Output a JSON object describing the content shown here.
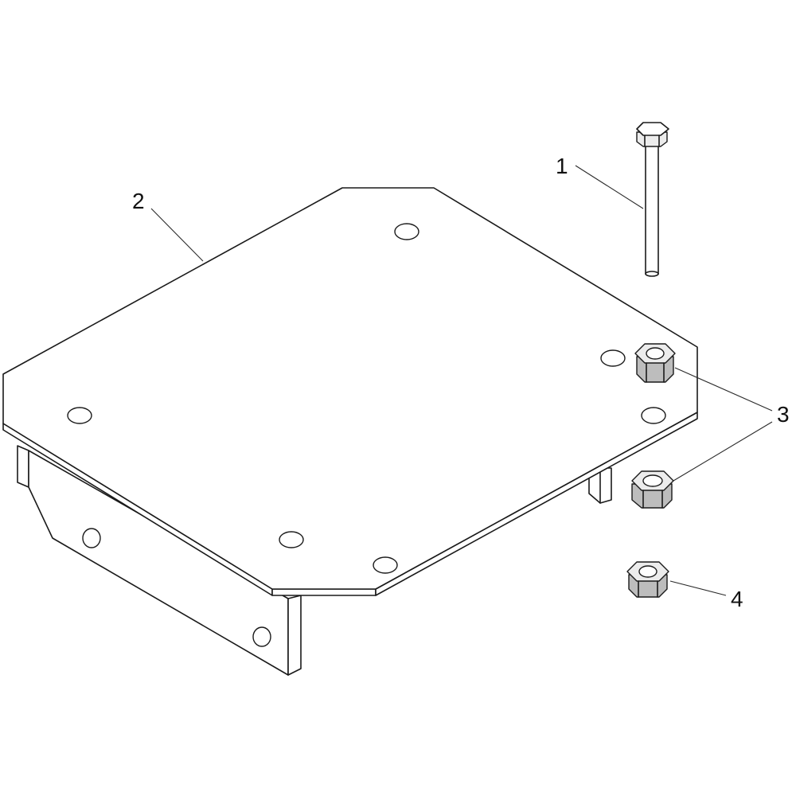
{
  "callouts": {
    "bolt": "1",
    "plate": "2",
    "flange_nut": "3",
    "hex_nut": "4"
  },
  "colors": {
    "line": "#1a1a1a",
    "background": "#ffffff"
  }
}
